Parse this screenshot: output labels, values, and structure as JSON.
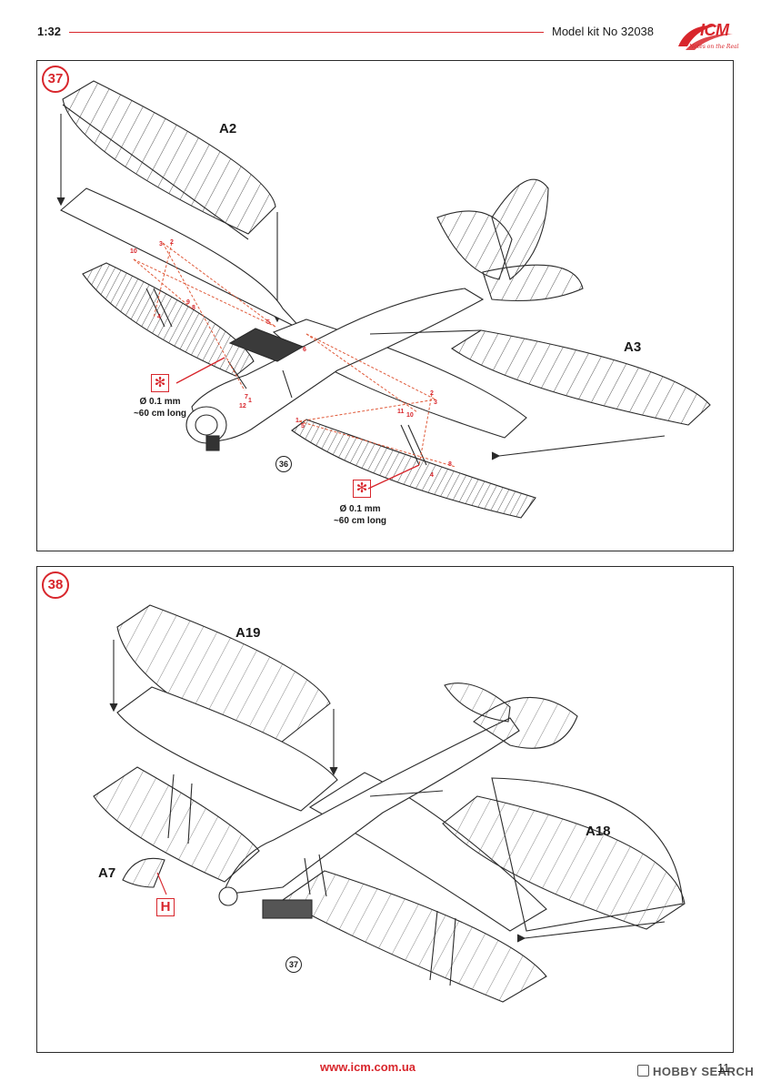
{
  "header": {
    "scale": "1:32",
    "kit_number": "Model kit No 32038",
    "brand": "ICM",
    "slogan": "Notes on the Real"
  },
  "step37": {
    "number": "37",
    "parts": {
      "upper_wing": "A2",
      "lower_wing": "A3"
    },
    "reference_step": "36",
    "callout_symbol": "✻",
    "rigging_note_line1": "Ø 0.1 mm",
    "rigging_note_line2": "~60 cm long",
    "rigging_points_left": [
      "10",
      "3",
      "2",
      "9",
      "8",
      "4",
      "5",
      "7",
      "12",
      "1"
    ],
    "rigging_points_right": [
      "2",
      "3",
      "11",
      "10",
      "1",
      "5",
      "6",
      "8",
      "4"
    ]
  },
  "step38": {
    "number": "38",
    "parts": {
      "upper_wing": "A19",
      "lower_wing": "A18",
      "small_part": "A7"
    },
    "callout_letter": "H",
    "reference_step": "37"
  },
  "footer": {
    "website": "www.icm.com.ua",
    "page_number": "11",
    "watermark": "HOBBY SEARCH"
  },
  "colors": {
    "accent": "#d8262c",
    "line": "#2a2a2a",
    "rigging": "#e05a3a"
  }
}
